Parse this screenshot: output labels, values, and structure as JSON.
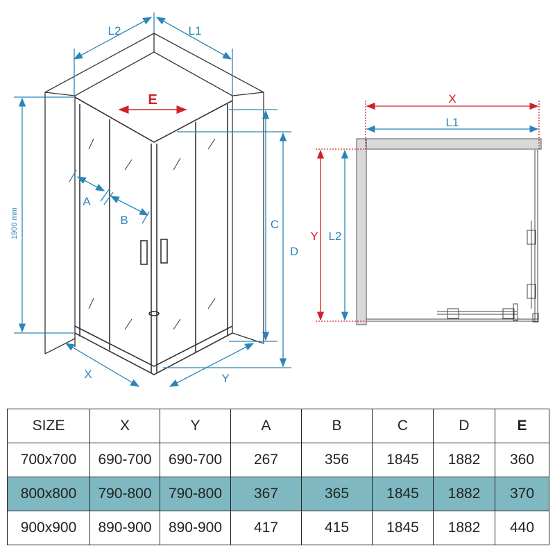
{
  "diagram": {
    "perspective_labels": {
      "L2": "L2",
      "L1": "L1",
      "E": "E",
      "height": "1900 mm",
      "A": "A",
      "B": "B",
      "C": "C",
      "D": "D",
      "X": "X",
      "Y": "Y"
    },
    "plan_labels": {
      "X": "X",
      "L1": "L1",
      "Y": "Y",
      "L2": "L2"
    },
    "colors": {
      "blue": "#2a86b8",
      "red": "#d0202a",
      "line": "#333333",
      "wall": "#d9d9d9",
      "highlight": "#7fb8c0"
    }
  },
  "table": {
    "headers": [
      "SIZE",
      "X",
      "Y",
      "A",
      "B",
      "C",
      "D",
      "E"
    ],
    "rows": [
      [
        "700x700",
        "690-700",
        "690-700",
        "267",
        "356",
        "1845",
        "1882",
        "360"
      ],
      [
        "800x800",
        "790-800",
        "790-800",
        "367",
        "365",
        "1845",
        "1882",
        "370"
      ],
      [
        "900x900",
        "890-900",
        "890-900",
        "417",
        "415",
        "1845",
        "1882",
        "440"
      ]
    ],
    "highlighted_row": 1
  }
}
